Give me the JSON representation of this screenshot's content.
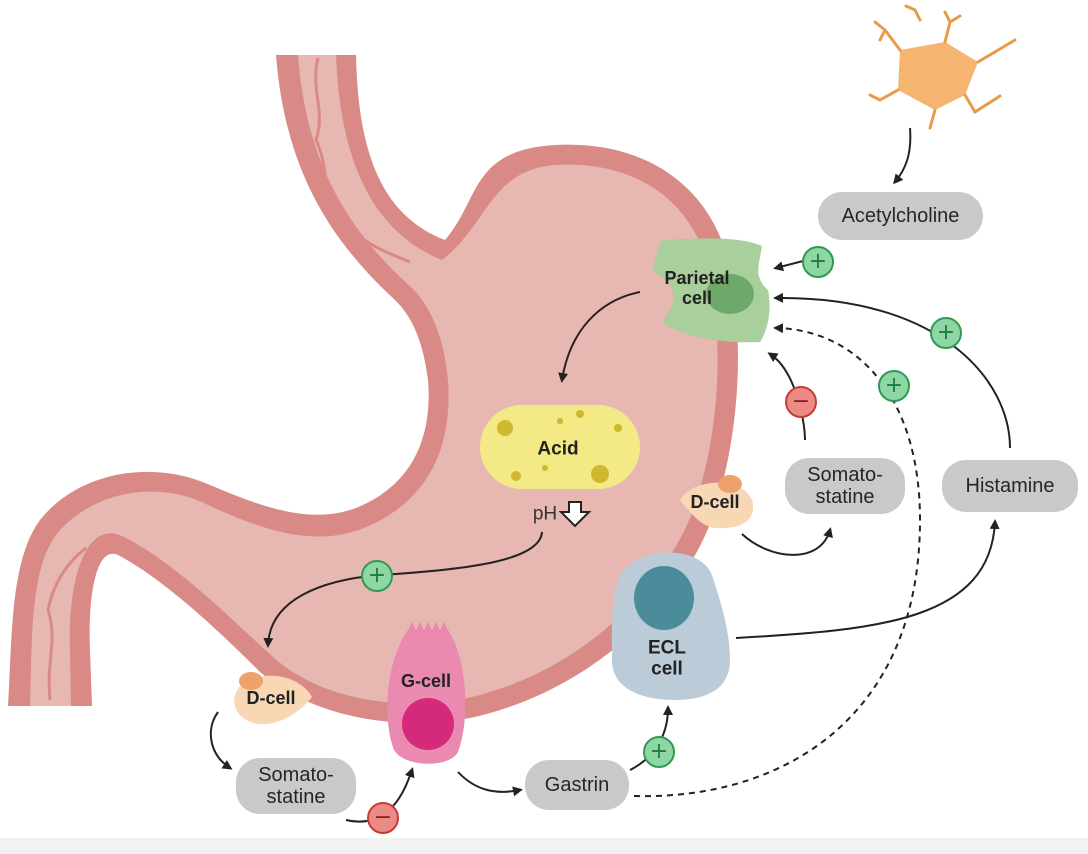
{
  "labels": {
    "parietal_cell": "Parietal\ncell",
    "acid": "Acid",
    "ph": "pH",
    "d_cell_right": "D-cell",
    "d_cell_left": "D-cell",
    "g_cell": "G-cell",
    "ecl_cell": "ECL\ncell"
  },
  "pills": {
    "acetylcholine": "Acetylcholine",
    "somatostatine_right": "Somato-\nstatine",
    "histamine": "Histamine",
    "somatostatine_left": "Somato-\nstatine",
    "gastrin": "Gastrin"
  },
  "signs": {
    "plus": "+",
    "minus": "−"
  },
  "colors": {
    "stomach_fill": "#e7b7b1",
    "stomach_wall": "#d98a87",
    "parietal": "#a9cf9c",
    "parietal_nucleus": "#6ea86a",
    "acid": "#f3ea85",
    "acid_dots": "#cdb82e",
    "d_cell": "#f8d7b5",
    "d_nucleus": "#eda26b",
    "g_cell": "#ea8ab1",
    "g_nucleus": "#d52a7c",
    "ecl": "#bccbd8",
    "ecl_nucleus": "#4b8c9b",
    "neuron": "#f5b571",
    "pill": "#c9c9c9",
    "plus_fill": "#8fd6a5",
    "minus_fill": "#ec8a86"
  }
}
